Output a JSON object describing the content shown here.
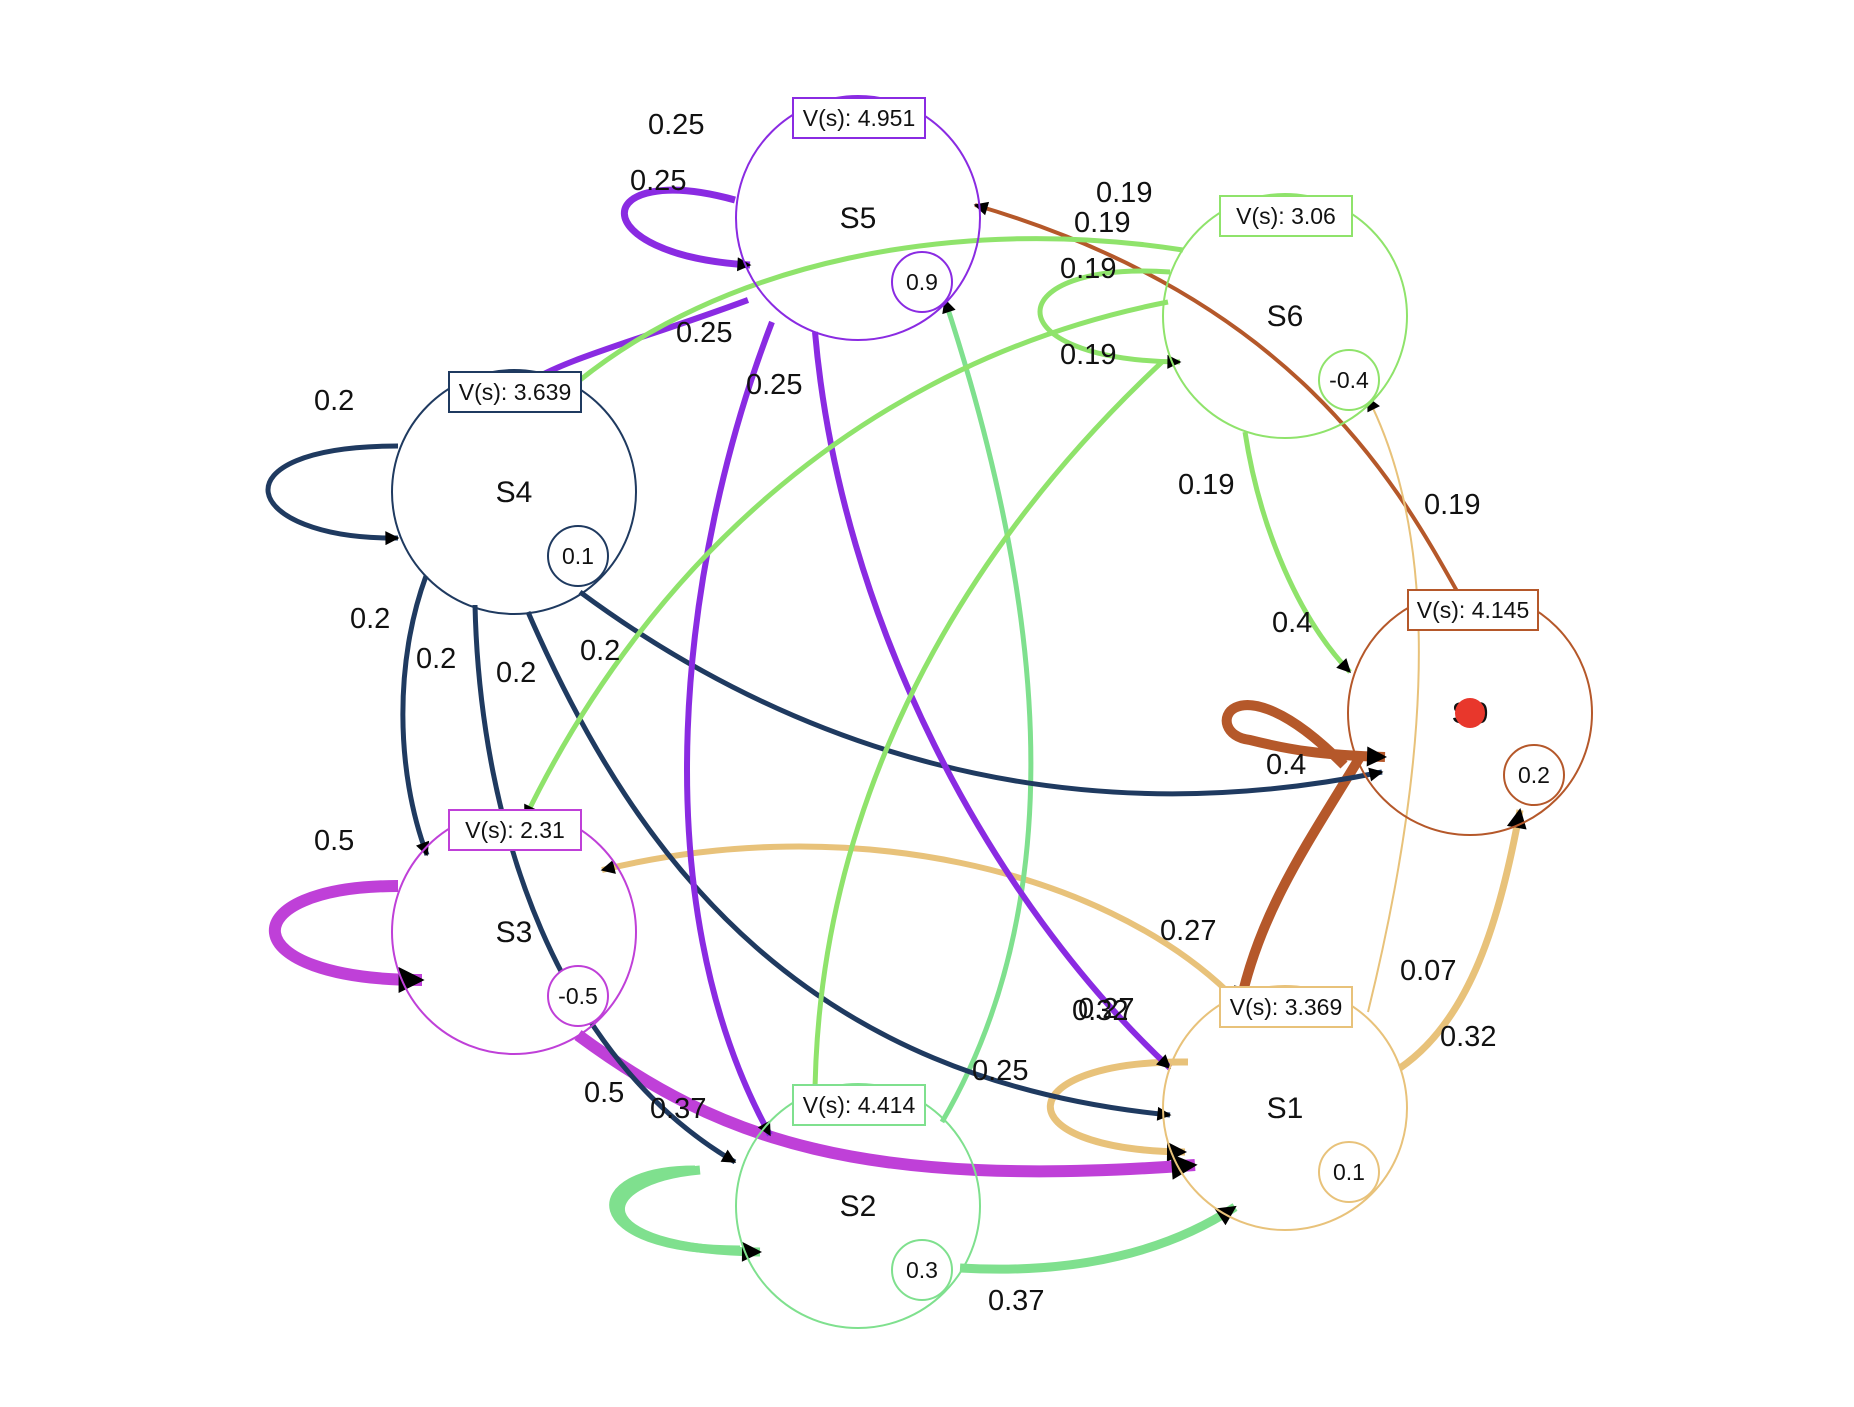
{
  "states": [
    {
      "id": "S0",
      "label": "S0",
      "value_text": "V(s): 4.145",
      "reward": "0.2",
      "color": "#b5582a",
      "current": true
    },
    {
      "id": "S1",
      "label": "S1",
      "value_text": "V(s): 3.369",
      "reward": "0.1",
      "color": "#e8c27a",
      "current": false
    },
    {
      "id": "S2",
      "label": "S2",
      "value_text": "V(s): 4.414",
      "reward": "0.3",
      "color": "#7fe08e",
      "current": false
    },
    {
      "id": "S3",
      "label": "S3",
      "value_text": "V(s): 2.31",
      "reward": "-0.5",
      "color": "#bf40d8",
      "current": false
    },
    {
      "id": "S4",
      "label": "S4",
      "value_text": "V(s): 3.639",
      "reward": "0.1",
      "color": "#1f3a60",
      "current": false
    },
    {
      "id": "S5",
      "label": "S5",
      "value_text": "V(s): 4.951",
      "reward": "0.9",
      "color": "#8a2be2",
      "current": false
    },
    {
      "id": "S6",
      "label": "S6",
      "value_text": "V(s): 3.06",
      "reward": "-0.4",
      "color": "#8fe36b",
      "current": false
    }
  ],
  "transitions": [
    {
      "from": "S0",
      "to": "S0",
      "prob": "0.4"
    },
    {
      "from": "S0",
      "to": "S1",
      "prob": "0.4"
    },
    {
      "from": "S0",
      "to": "S5",
      "prob": "0.19"
    },
    {
      "from": "S1",
      "to": "S1",
      "prob": "0.27"
    },
    {
      "from": "S1",
      "to": "S0",
      "prob": "0.32"
    },
    {
      "from": "S1",
      "to": "S3",
      "prob": "0.27"
    },
    {
      "from": "S1",
      "to": "S6",
      "prob": "0.07"
    },
    {
      "from": "S2",
      "to": "S2",
      "prob": "0.37"
    },
    {
      "from": "S2",
      "to": "S1",
      "prob": "0.37"
    },
    {
      "from": "S2",
      "to": "S5",
      "prob": "0.25"
    },
    {
      "from": "S3",
      "to": "S3",
      "prob": "0.5"
    },
    {
      "from": "S3",
      "to": "S1",
      "prob": "0.5"
    },
    {
      "from": "S4",
      "to": "S4",
      "prob": "0.2"
    },
    {
      "from": "S4",
      "to": "S3",
      "prob": "0.2"
    },
    {
      "from": "S4",
      "to": "S2",
      "prob": "0.2"
    },
    {
      "from": "S4",
      "to": "S1",
      "prob": "0.2"
    },
    {
      "from": "S4",
      "to": "S0",
      "prob": "0.2"
    },
    {
      "from": "S5",
      "to": "S5",
      "prob": "0.25"
    },
    {
      "from": "S5",
      "to": "S4",
      "prob": "0.25"
    },
    {
      "from": "S5",
      "to": "S2",
      "prob": "0.25"
    },
    {
      "from": "S5",
      "to": "S1",
      "prob": "0.32"
    },
    {
      "from": "S6",
      "to": "S6",
      "prob": "0.19"
    },
    {
      "from": "S6",
      "to": "S4",
      "prob": "0.25"
    },
    {
      "from": "S6",
      "to": "S3",
      "prob": "0.19"
    },
    {
      "from": "S6",
      "to": "S2",
      "prob": "0.19"
    },
    {
      "from": "S6",
      "to": "S0",
      "prob": "0.19"
    }
  ],
  "current_marker": {
    "state": "S0",
    "color": "#e8372c"
  }
}
